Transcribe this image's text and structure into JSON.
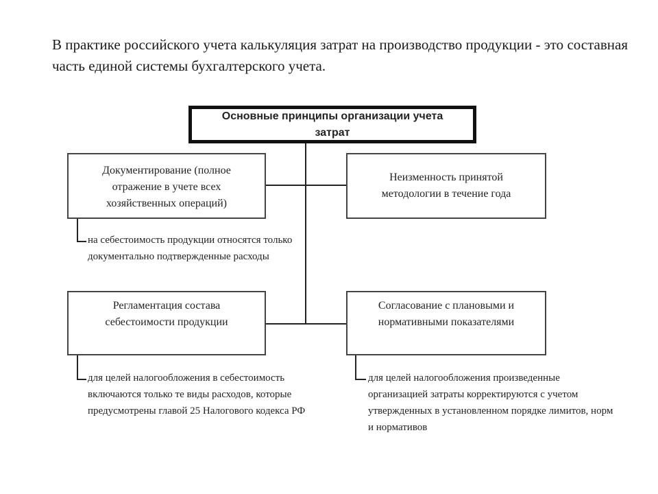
{
  "intro": {
    "text": "В практике российского учета калькуляция затрат на производство продукции - это составная часть единой системы бухгалтерского учета."
  },
  "diagram": {
    "title": "Основные принципы организации учета затрат",
    "principles": [
      {
        "label": "Документирование (полное отражение в учете всех хозяйственных операций)",
        "note": "на себестоимость продукции относятся только документально подтвержденные расходы"
      },
      {
        "label": "Неизменность принятой методологии в течение года",
        "note": ""
      },
      {
        "label": "Регламентация состава себестоимости продукции",
        "note": "для целей налогообложения в себестоимость включаются только те виды расходов, которые предусмотрены главой 25 Налогового кодекса РФ"
      },
      {
        "label": "Согласование с плановыми и нормативными показателями",
        "note": "для целей налогообложения произведенные организацией затраты корректируются с учетом утвержденных в установленном порядке лимитов, норм и нормативов"
      }
    ]
  }
}
